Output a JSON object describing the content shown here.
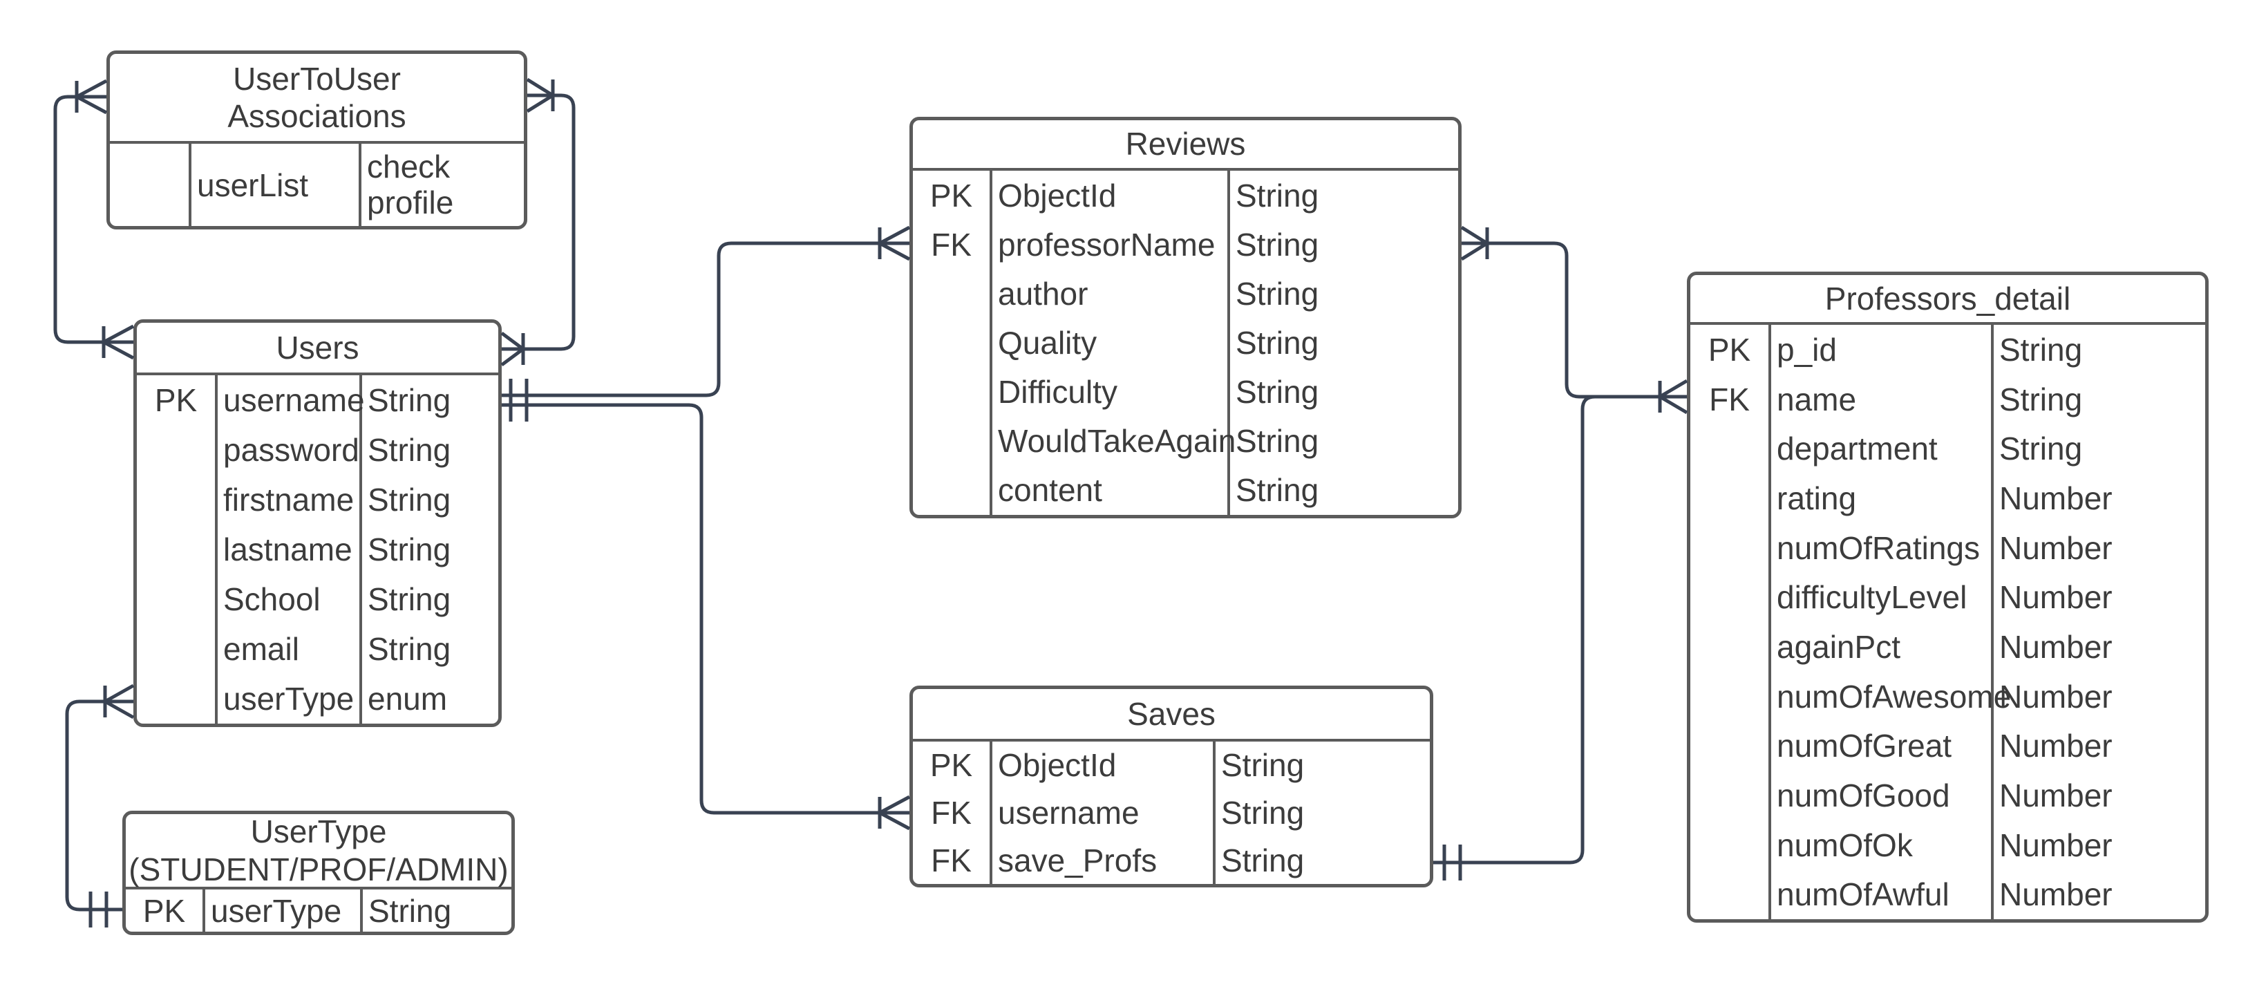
{
  "colors": {
    "table_border": "#5b5b5b",
    "connector_line": "#394252",
    "text": "#3c3c3c",
    "background": "#ffffff"
  },
  "diagram": {
    "tables": [
      {
        "id": "usertouser",
        "title_lines": [
          "UserToUser",
          "Associations"
        ],
        "rows": [
          [
            "",
            "userList",
            "check profile"
          ]
        ]
      },
      {
        "id": "users",
        "title_lines": [
          "Users"
        ],
        "rows": [
          [
            "PK",
            "username",
            "String"
          ],
          [
            "",
            "password",
            "String"
          ],
          [
            "",
            "firstname",
            "String"
          ],
          [
            "",
            "lastname",
            "String"
          ],
          [
            "",
            "School",
            "String"
          ],
          [
            "",
            "email",
            "String"
          ],
          [
            "",
            "userType",
            "enum"
          ]
        ]
      },
      {
        "id": "usertype",
        "title_lines": [
          "UserType",
          "(STUDENT/PROF/ADMIN)"
        ],
        "rows": [
          [
            "PK",
            "userType",
            "String"
          ]
        ]
      },
      {
        "id": "reviews",
        "title_lines": [
          "Reviews"
        ],
        "rows": [
          [
            "PK",
            "ObjectId",
            "String"
          ],
          [
            "FK",
            "professorName",
            "String"
          ],
          [
            "",
            "author",
            "String"
          ],
          [
            "",
            "Quality",
            "String"
          ],
          [
            "",
            "Difficulty",
            "String"
          ],
          [
            "",
            "WouldTakeAgain",
            "String"
          ],
          [
            "",
            "content",
            "String"
          ]
        ]
      },
      {
        "id": "saves",
        "title_lines": [
          "Saves"
        ],
        "rows": [
          [
            "PK",
            "ObjectId",
            "String"
          ],
          [
            "FK",
            "username",
            "String"
          ],
          [
            "FK",
            "save_Profs",
            "String"
          ]
        ]
      },
      {
        "id": "professors",
        "title_lines": [
          "Professors_detail"
        ],
        "rows": [
          [
            "PK",
            "p_id",
            "String"
          ],
          [
            "FK",
            "name",
            "String"
          ],
          [
            "",
            "department",
            "String"
          ],
          [
            "",
            "rating",
            "Number"
          ],
          [
            "",
            "numOfRatings",
            "Number"
          ],
          [
            "",
            "difficultyLevel",
            "Number"
          ],
          [
            "",
            "againPct",
            "Number"
          ],
          [
            "",
            "numOfAwesome",
            "Number"
          ],
          [
            "",
            "numOfGreat",
            "Number"
          ],
          [
            "",
            "numOfGood",
            "Number"
          ],
          [
            "",
            "numOfOk",
            "Number"
          ],
          [
            "",
            "numOfAwful",
            "Number"
          ]
        ]
      }
    ],
    "relationships": [
      {
        "from": "UserToUser Associations",
        "to": "Users",
        "from_cardinality": "many",
        "to_cardinality": "many",
        "route": "left-side loop"
      },
      {
        "from": "UserToUser Associations",
        "to": "Users",
        "from_cardinality": "many",
        "to_cardinality": "many",
        "route": "right-side loop"
      },
      {
        "from": "Users",
        "to": "Reviews",
        "from_cardinality": "one",
        "to_cardinality": "many",
        "route": "users right to reviews left"
      },
      {
        "from": "Users",
        "to": "Saves",
        "from_cardinality": "one",
        "to_cardinality": "many",
        "route": "users right to saves left"
      },
      {
        "from": "Reviews",
        "to": "Professors_detail",
        "from_cardinality": "many",
        "to_cardinality": "many",
        "route": "reviews right to professors left"
      },
      {
        "from": "Saves",
        "to": "Professors_detail",
        "from_cardinality": "one",
        "to_cardinality": "many",
        "route": "saves right merging into professors connector"
      },
      {
        "from": "Users",
        "to": "UserType (STUDENT/PROF/ADMIN)",
        "from_cardinality": "many",
        "to_cardinality": "one",
        "route": "users left to usertype left"
      }
    ]
  }
}
